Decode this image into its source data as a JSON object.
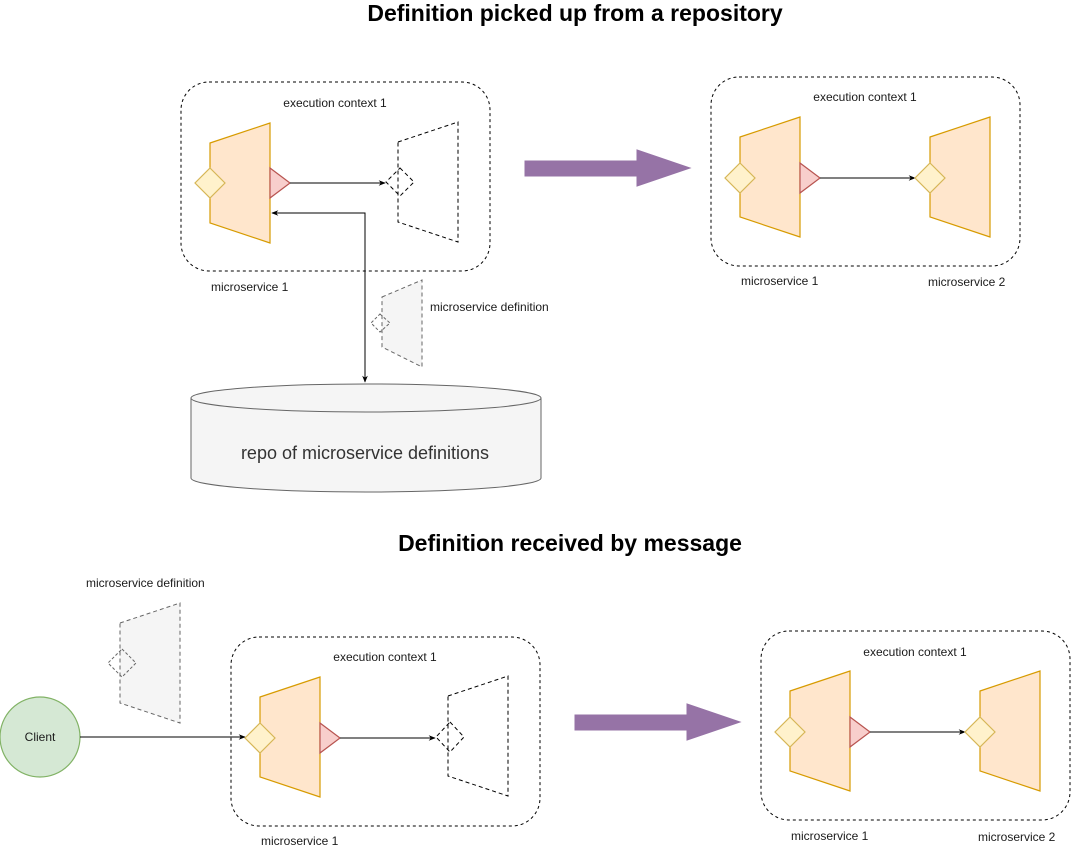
{
  "diagram": {
    "sections": [
      {
        "title": "Definition picked up from a repository",
        "before": {
          "context_label": "execution context 1",
          "microservice_label": "microservice 1",
          "definition_label": "microservice definition",
          "repo_label": "repo of microservice definitions"
        },
        "after": {
          "context_label": "execution context 1",
          "microservice_labels": [
            "microservice 1",
            "microservice 2"
          ]
        }
      },
      {
        "title": "Definition received by message",
        "before": {
          "definition_label": "microservice definition",
          "client_label": "Client",
          "context_label": "execution context 1",
          "microservice_label": "microservice 1"
        },
        "after": {
          "context_label": "execution context 1",
          "microservice_labels": [
            "microservice 1",
            "microservice 2"
          ]
        }
      }
    ],
    "colors": {
      "microservice_fill": "#ffe6cc",
      "microservice_stroke": "#d79b00",
      "input_port_fill": "#fff2cc",
      "output_port_fill": "#f8cecc",
      "transition_arrow": "#9673a6",
      "client_fill": "#d5e8d4",
      "repo_fill": "#f5f5f5"
    }
  }
}
